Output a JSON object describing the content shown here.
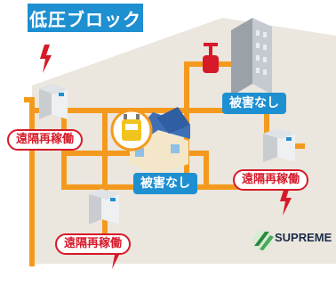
{
  "block_title": "低圧ブロック",
  "remote_restart_label": "遠隔再稼働",
  "no_damage_label": "被害なし",
  "brand": "SUPREME",
  "colors": {
    "title_blue": "#1e8fd0",
    "pipe_orange": "#f39a1e",
    "ground_beige": "#ebe6de",
    "alert_red": "#d61a2a"
  }
}
